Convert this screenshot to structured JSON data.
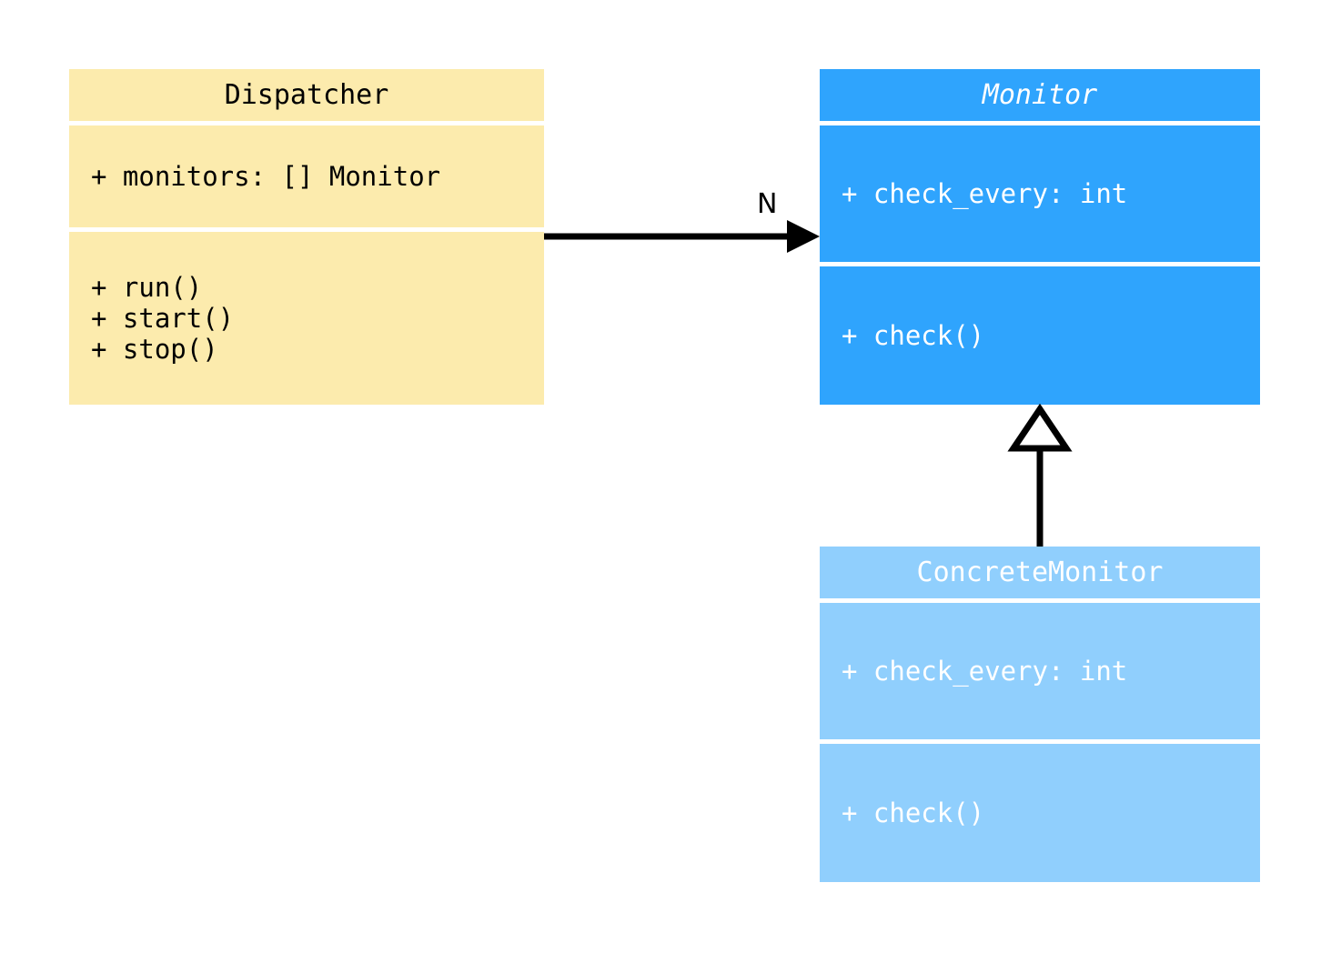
{
  "diagram": {
    "type": "uml-class-diagram",
    "background": "#ffffff",
    "classes": [
      {
        "id": "dispatcher",
        "name": "Dispatcher",
        "abstract": false,
        "fill": "#fcebad",
        "text_color": "#000000",
        "attributes": [
          "+ monitors: [] Monitor"
        ],
        "methods": [
          "+ run()",
          "+ start()",
          "+ stop()"
        ]
      },
      {
        "id": "monitor",
        "name": "Monitor",
        "abstract": true,
        "fill": "#2fa4fd",
        "text_color": "#ffffff",
        "attributes": [
          "+ check_every: int"
        ],
        "methods": [
          "+ check()"
        ]
      },
      {
        "id": "concrete_monitor",
        "name": "ConcreteMonitor",
        "abstract": false,
        "fill": "#90cffd",
        "text_color": "#ffffff",
        "attributes": [
          "+ check_every: int"
        ],
        "methods": [
          "+ check()"
        ]
      }
    ],
    "relationships": [
      {
        "id": "dispatcher-to-monitor",
        "kind": "association",
        "from": "Dispatcher",
        "to": "Monitor",
        "label": "N",
        "arrow": "filled-triangle"
      },
      {
        "id": "concrete-to-monitor",
        "kind": "generalization",
        "from": "ConcreteMonitor",
        "to": "Monitor",
        "label": "",
        "arrow": "hollow-triangle"
      }
    ]
  }
}
